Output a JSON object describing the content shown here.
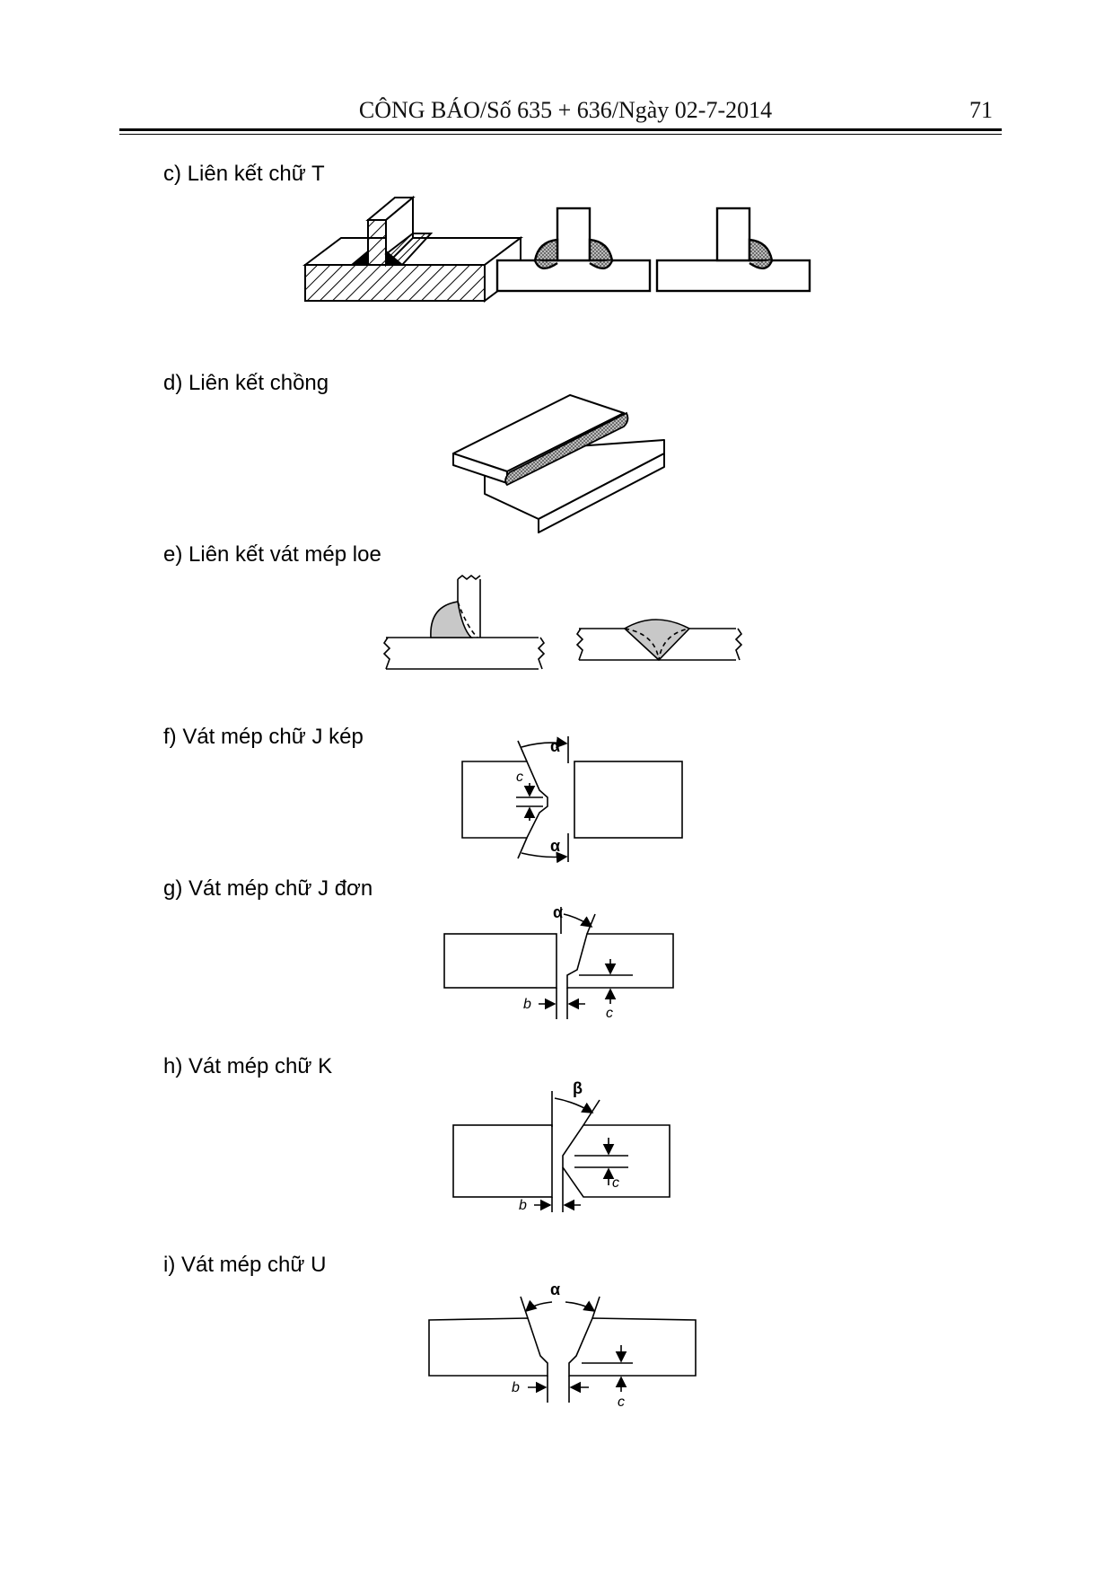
{
  "header": {
    "title": "CÔNG BÁO/Số 635 + 636/Ngày 02-7-2014",
    "page_number": "71"
  },
  "sections": [
    {
      "id": "c",
      "caption": "c) Liên kết chữ T"
    },
    {
      "id": "d",
      "caption": "d) Liên kết chồng"
    },
    {
      "id": "e",
      "caption": "e) Liên kết vát mép loe"
    },
    {
      "id": "f",
      "caption": "f) Vát mép chữ J kép"
    },
    {
      "id": "g",
      "caption": "g) Vát mép chữ J đơn"
    },
    {
      "id": "h",
      "caption": "h) Vát mép chữ K"
    },
    {
      "id": "i",
      "caption": "i) Vát mép chữ U"
    }
  ],
  "labels": {
    "alpha": "α",
    "beta": "β",
    "b": "b",
    "c": "c"
  }
}
